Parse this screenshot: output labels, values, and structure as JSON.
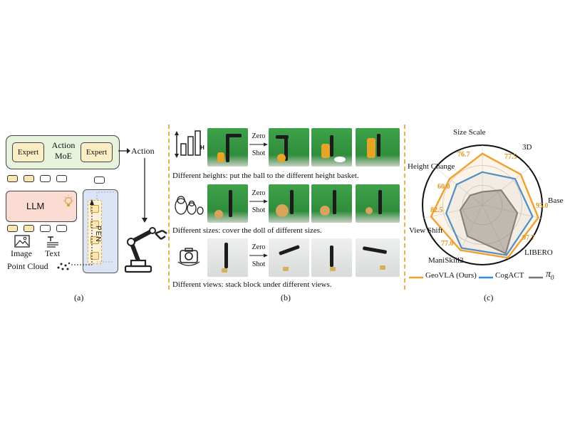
{
  "panel_a": {
    "moe_label_line1": "Action",
    "moe_label_line2": "MoE",
    "expert_left": "Expert",
    "expert_right": "Expert",
    "action_label": "Action",
    "llm_label": "LLM",
    "pen_label": "PEN",
    "image_label": "Image",
    "text_label": "Text",
    "point_cloud_label": "Point Cloud",
    "caption": "(a)"
  },
  "panel_b": {
    "zero_shot_line1": "Zero",
    "zero_shot_line2": "Shot",
    "rows": [
      {
        "caption": "Different heights: put the ball to the different height basket.",
        "height_letter": "H"
      },
      {
        "caption": "Different sizes: cover the doll of different sizes."
      },
      {
        "caption": "Different views: stack block under different views."
      }
    ],
    "caption": "(b)"
  },
  "panel_c": {
    "axes": [
      "Size Scale",
      "3D",
      "Base",
      "LIBERO",
      "ManiSkill2",
      "View Shift",
      "Height Change"
    ],
    "geovla_values_text": [
      "76.7",
      "77.5",
      "95.0",
      "97.7",
      "77.0",
      "82.5",
      "60.0"
    ],
    "legend": {
      "geovla": "GeoVLA (Ours)",
      "cogact": "CogACT",
      "pi0": "π",
      "pi0_sub": "0"
    },
    "colors": {
      "geovla": "#f0a030",
      "cogact": "#3a8ed8",
      "pi0": "#777777"
    },
    "caption": "(c)"
  }
}
